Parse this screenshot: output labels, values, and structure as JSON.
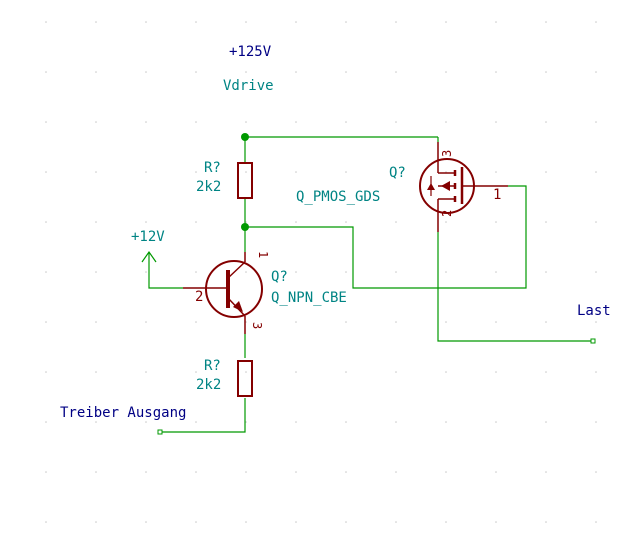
{
  "colors": {
    "background": "#ffffff",
    "wire": "#009900",
    "component": "#840000",
    "junction": "#009900",
    "power_text": "#000084",
    "ref_text": "#008484",
    "pin_text": "#840000",
    "grid": "#c8c8c8"
  },
  "power": {
    "hv_label": "+125V",
    "net_vdrive": "Vdrive",
    "lv_label": "+12V"
  },
  "resistor_top": {
    "ref": "R?",
    "value": "2k2"
  },
  "resistor_bottom": {
    "ref": "R?",
    "value": "2k2"
  },
  "npn": {
    "ref": "Q?",
    "value": "Q_NPN_CBE",
    "pins": {
      "collector": "1",
      "base": "2",
      "emitter": "3"
    }
  },
  "pmos": {
    "ref": "Q?",
    "value": "Q_PMOS_GDS",
    "pins": {
      "gate": "1",
      "drain": "2",
      "source": "3"
    }
  },
  "labels": {
    "load": "Last",
    "driver_out": "Treiber Ausgang"
  }
}
